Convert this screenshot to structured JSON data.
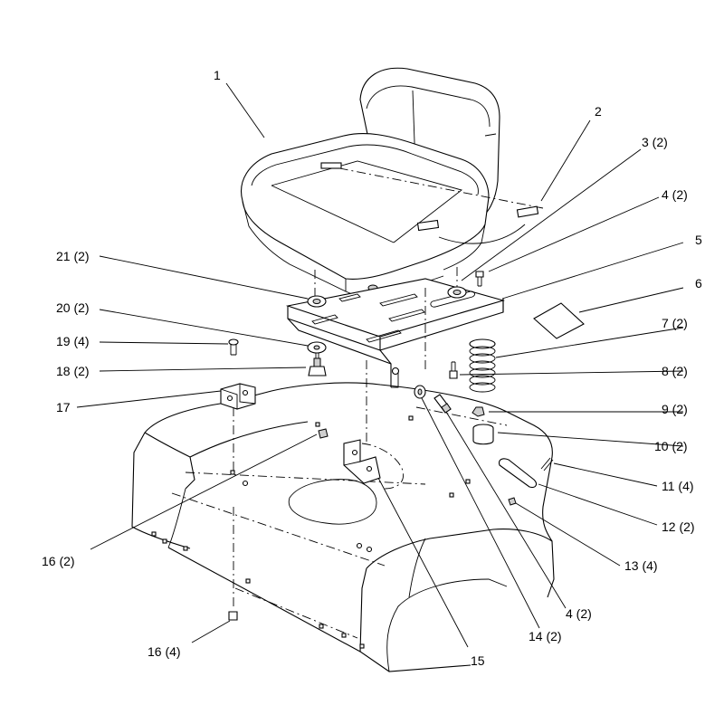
{
  "callouts": [
    {
      "id": "c1",
      "text": "1"
    },
    {
      "id": "c2",
      "text": "2"
    },
    {
      "id": "c3",
      "text": "3 (2)"
    },
    {
      "id": "c4a",
      "text": "4 (2)"
    },
    {
      "id": "c5",
      "text": "5"
    },
    {
      "id": "c6",
      "text": "6"
    },
    {
      "id": "c7",
      "text": "7 (2)"
    },
    {
      "id": "c8",
      "text": "8 (2)"
    },
    {
      "id": "c9",
      "text": "9 (2)"
    },
    {
      "id": "c10",
      "text": "10 (2)"
    },
    {
      "id": "c11",
      "text": "11 (4)"
    },
    {
      "id": "c12",
      "text": "12 (2)"
    },
    {
      "id": "c13",
      "text": "13 (4)"
    },
    {
      "id": "c4b",
      "text": "4 (2)"
    },
    {
      "id": "c14",
      "text": "14 (2)"
    },
    {
      "id": "c15",
      "text": "15"
    },
    {
      "id": "c16a",
      "text": "16 (2)"
    },
    {
      "id": "c16b",
      "text": "16 (4)"
    },
    {
      "id": "c17",
      "text": "17"
    },
    {
      "id": "c18",
      "text": "18 (2)"
    },
    {
      "id": "c19",
      "text": "19 (4)"
    },
    {
      "id": "c20",
      "text": "20 (2)"
    },
    {
      "id": "c21",
      "text": "21 (2)"
    }
  ]
}
